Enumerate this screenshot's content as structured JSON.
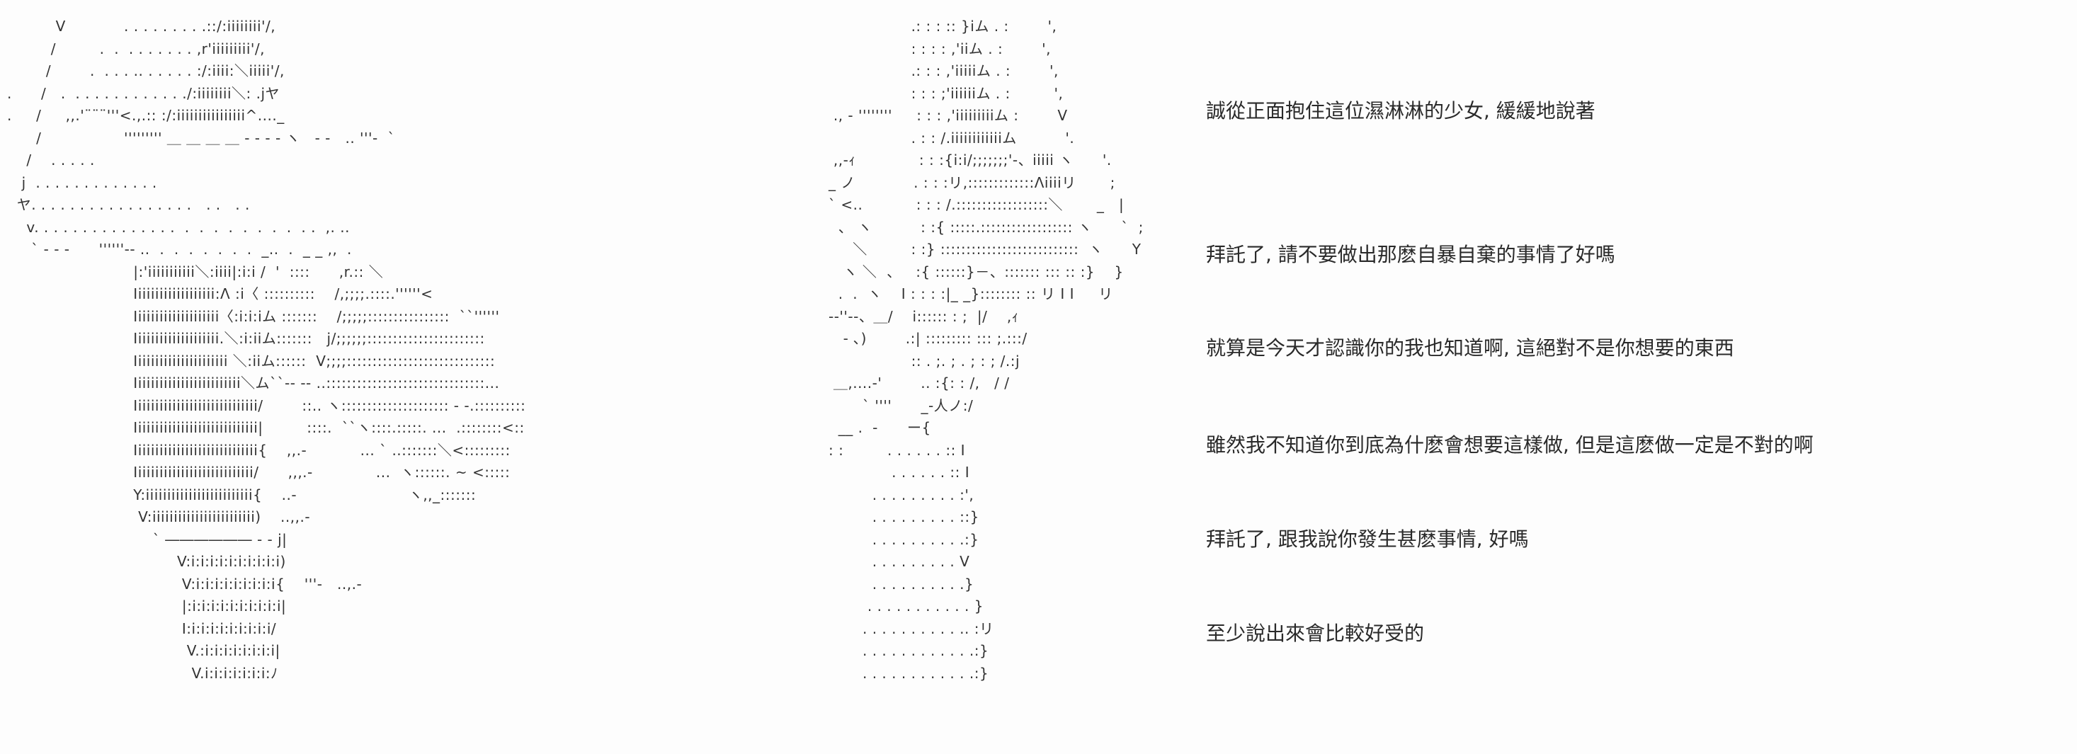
{
  "ascii_art": {
    "left_lines": [
      "          V            . . . . . . . . .::/:iiiiiiii'/,",
      "         /         .  .  . . . . . . . ,r'iiiiiiiii'/,",
      "        /        .  . . . .. . . . . . :/:iiii:＼iiiii'/,",
      ".      /   .  . . . . . . . . . . . ./:iiiiiiii＼: .jヤ",
      ".     /     ,,.'¨¨¨'''<.,.:: :/:iiiiiiiiiiiiiiii^...._",
      "      /                 ''''''''' ＿ ＿ ＿ ＿ - - - - ヽ   - -   .. '''-  `",
      "    /    . . . . .",
      "   j  . . . . . . . . . . . . .",
      "  ヤ. . . . . . . . . . . . . . . . .   . .   . .",
      "    v. . . . . . . . . . . . . . .  .  .  .  .  .  .  .  .  . .  ,. ..",
      "     ` - - -      ''''''-- ..  .  .  .  .  .  .  .  _..  .  _ _ ,,  .",
      "                          |:'iiiiiiiiiii＼:iiii|:i:i /  '  ::::      ,r.:: ＼",
      "                          Iiiiiiiiiiiiiiiiiii:Λ :i〈 ::::::::::    /,;;;;.::::.''''''<",
      "                          Iiiiiiiiiiiiiiiiiiii〈:i:i:iム :::::::    /;;;;;::::::::::::::::  ``''''''",
      "                          Iiiiiiiiiiiiiiiiiiii.＼:i:iiム:::::::   j/;;;;;;:::::::::::::::::::::::",
      "                          Iiiiiiiiiiiiiiiiiiiiii ＼:iiム::::::  V;;;;:::::::::::::::::::::::::::::",
      "                          Iiiiiiiiiiiiiiiiiiiiiiiii＼ム``-- -- ..:::::::::::::::::::::::::::::::...",
      "                          Iiiiiiiiiiiiiiiiiiiiiiiiiiiii/        ::.. ヽ::::::::::::::::::::: - -.::::::::::",
      "                          Iiiiiiiiiiiiiiiiiiiiiiiiiiiii|         ::::.  ``ヽ::::.:::::. ...  .::::::::<::",
      "                          Iiiiiiiiiiiiiiiiiiiiiiiiiiiii{    ,,.-           ... ` ..:::::::＼<:::::::::",
      "                          Iiiiiiiiiiiiiiiiiiiiiiiiiiii/      ,,,.-             ...  ヽ::::::. ~ <:::::",
      "                          Y:iiiiiiiiiiiiiiiiiiiiiiiii{    ..-                       ヽ,,_:::::::",
      "                           V:iiiiiiiiiiiiiiiiiiiiiiii)    ..,,.-",
      "                              ` ―――――― - - j|",
      "                                   V:i:i:i:i:i:i:i:i:i:i)",
      "                                    V:i:i:i:i:i:i:i:i:i{    '''-   ..,.-",
      "                                    |:i:i:i:i:i:i:i:i:i:i|",
      "                                    I:i:i:i:i:i:i:i:i:i/",
      "                                     V.:i:i:i:i:i:i:i:i|",
      "                                      V.i:i:i:i:i:i:i:ﾉ"
    ],
    "right_lines": [
      "                 .: : : :: }iム . :        ',",
      "                 : : : : ,'iiム . :        ',",
      "                 .: : : ,'iiiiiム . :        ',",
      "                 : : : ;'iiiiiiム . :         ',",
      " ., - ''''''''     : : : ,'iiiiiiiiiム :        V",
      "                 . : : /.iiiiiiiiiiiiム          '.",
      " ,,-ｨ             : : :{i:i/;;;;;;;'-、iiiii ヽ      '.",
      "_ ノ            . : : :リ,:::::::::::::Λiiiiリ       ;",
      "` <..           : : : /.::::::::::::::::::＼       _   |",
      "  、 ヽ          : :{ :::::.:::::::::::::::::: ヽ      `  ;",
      "     ＼         : :} :::::::::::::::::::::::::::  ヽ      Y",
      "   ヽ ＼  、   :{ ::::::}－、::::::: ::: :: :}    }",
      "  .  .  ヽ    I : : : :|_ _}:::::::: :: リ I I     リ",
      "--''--、＿/    i:::::: : ;  |/    ,ｨ",
      "   - ､)        .:| ::::::::: ::: ;.:::/",
      "                 :: . ;. ; . ; : ; /.:j",
      " ＿,....-'        .. :{: : /,   / /",
      "       ` ''''      _-人ノ:/",
      "  __ .  -      ー{",
      ": :         . . . . . . :: I",
      "             . . . . . . :: I",
      "         . . . . . . . . . :',",
      "         . . . . . . . . . ::}",
      "         . . . . . . . . . .:}",
      "         . . . . . . . . . V",
      "         . . . . . . . . . .}",
      "        . . . . . . . . . . . }",
      "       . . . . . . . . . . .. :リ",
      "       . . . . . . . . . . . .:}",
      "       . . . . . . . . . . . .:}"
    ]
  },
  "dialogue": [
    "誠從正面抱住這位濕淋淋的少女, 緩緩地說著",
    "拜託了, 請不要做出那麽自暴自棄的事情了好嗎",
    "就算是今天才認識你的我也知道啊, 這絕對不是你想要的東西",
    "雖然我不知道你到底為什麽會想要這樣做, 但是這麽做一定是不對的啊",
    "拜託了, 跟我說你發生甚麽事情, 好嗎",
    "至少說出來會比較好受的"
  ]
}
